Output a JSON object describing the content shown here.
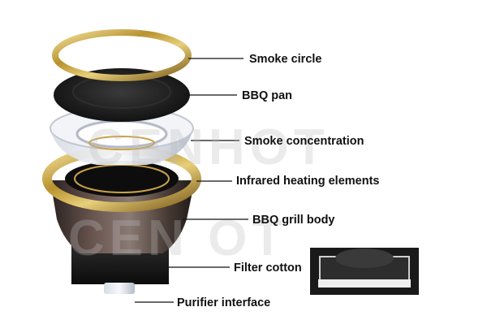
{
  "labels": {
    "smoke_circle": "Smoke circle",
    "bbq_pan": "BBQ pan",
    "smoke_concentration": "Smoke concentration",
    "infrared_heating": "Infrared heating elements",
    "grill_body": "BBQ grill body",
    "filter_cotton": "Filter cotton",
    "purifier_interface": "Purifier interface"
  },
  "watermark": {
    "line1": "CENHOT",
    "line2": "CEN OT"
  },
  "colors": {
    "gold": "#b8922e",
    "gold_light": "#e8cf7a",
    "pan_black": "#1c1c1c",
    "body_dark": "#3a2f2a",
    "leader": "#111111"
  }
}
